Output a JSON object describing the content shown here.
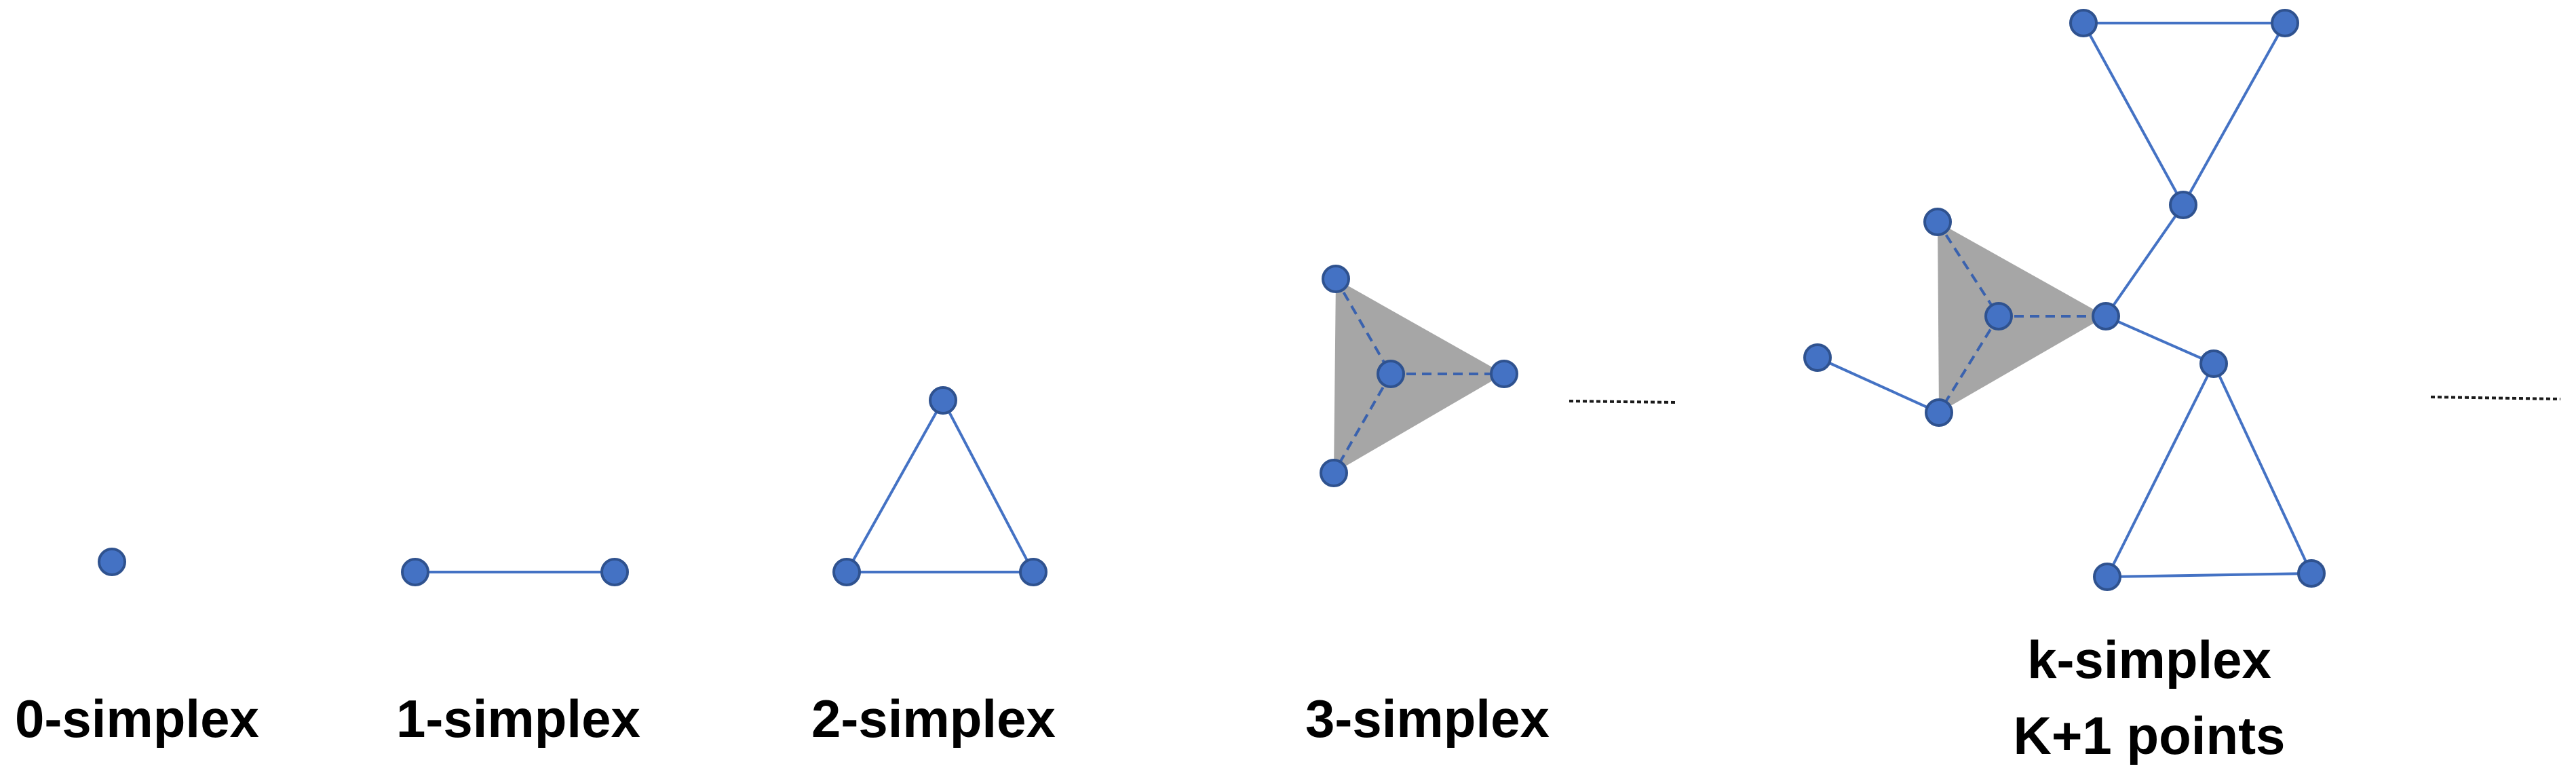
{
  "labels": {
    "simplex0": "0-simplex",
    "simplex1": "1-simplex",
    "simplex2": "2-simplex",
    "simplex3": "3-simplex",
    "simplexK_line1": "k-simplex",
    "simplexK_line2": "K+1 points"
  },
  "colors": {
    "node_fill": "#4472C4",
    "node_stroke": "#2F528F",
    "edge": "#4472C4",
    "face": "#A6A6A6",
    "text": "#000000"
  }
}
